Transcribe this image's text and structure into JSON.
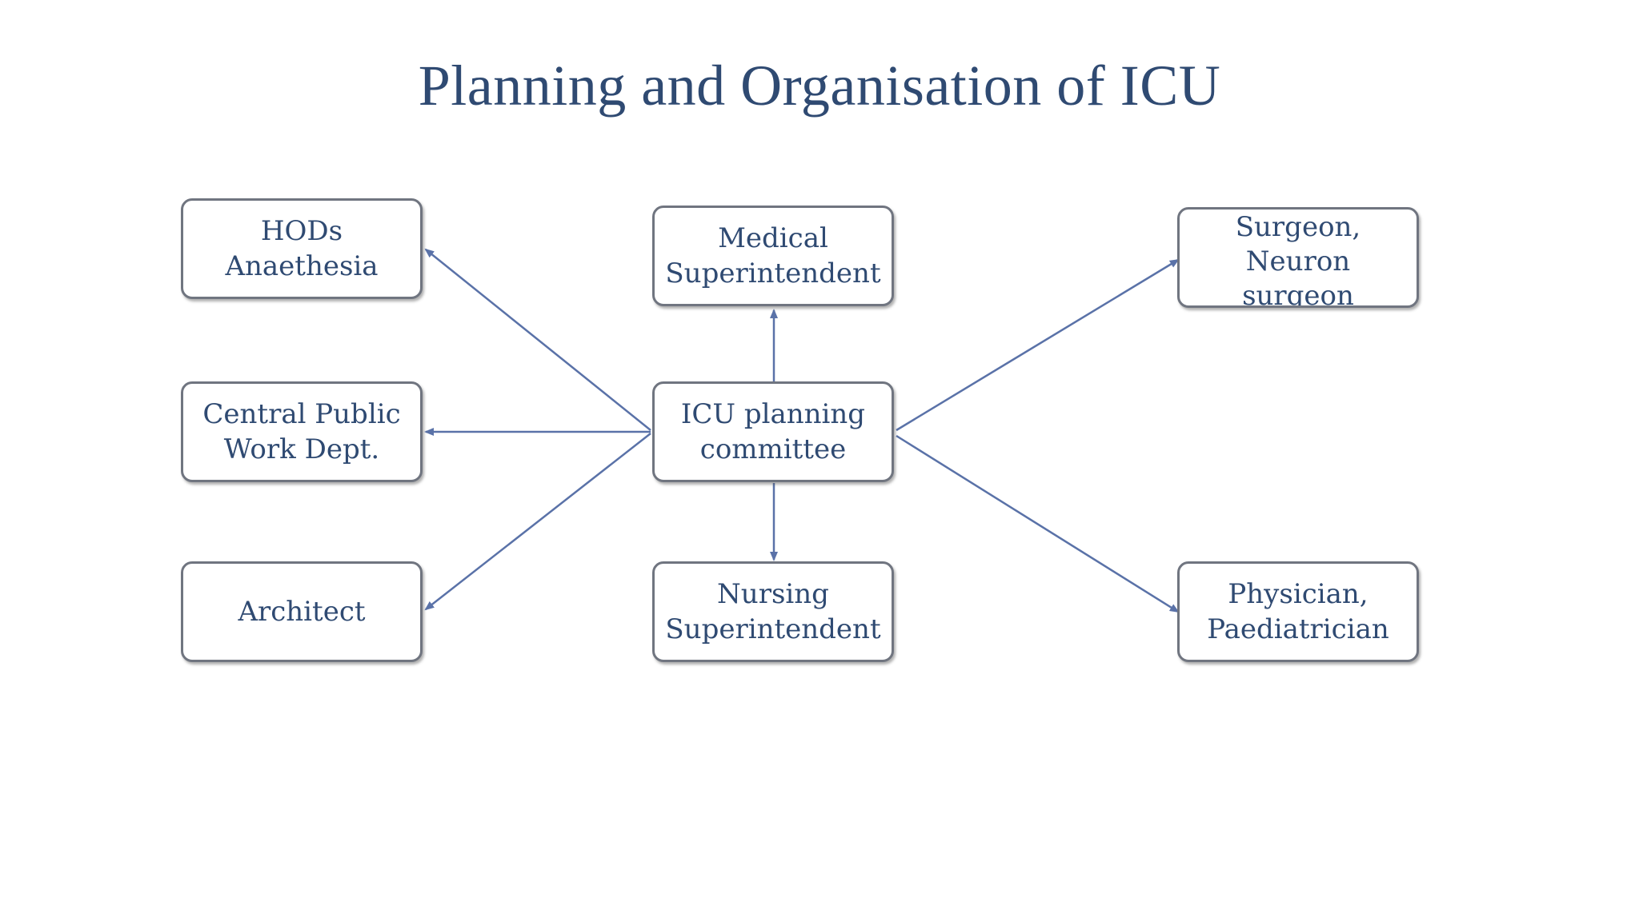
{
  "title": "Planning and Organisation of ICU",
  "colors": {
    "text": "#2f4a72",
    "connector": "#5a72a8",
    "box_border": "#707580"
  },
  "nodes": {
    "hods": {
      "label": "HODs\nAnaethesia"
    },
    "cpwd": {
      "label": "Central Public\nWork Dept."
    },
    "architect": {
      "label": "Architect"
    },
    "medical": {
      "label": "Medical\nSuperintendent"
    },
    "icu": {
      "label": "ICU planning\ncommittee"
    },
    "nursing": {
      "label": "Nursing\nSuperintendent"
    },
    "surgeon": {
      "label": "Surgeon,\nNeuron\nsurgeon"
    },
    "physician": {
      "label": "Physician,\nPaediatrician"
    }
  },
  "edges": [
    {
      "from": "icu",
      "to": "hods"
    },
    {
      "from": "icu",
      "to": "cpwd"
    },
    {
      "from": "icu",
      "to": "architect"
    },
    {
      "from": "icu",
      "to": "medical"
    },
    {
      "from": "icu",
      "to": "nursing"
    },
    {
      "from": "icu",
      "to": "surgeon"
    },
    {
      "from": "icu",
      "to": "physician"
    }
  ]
}
